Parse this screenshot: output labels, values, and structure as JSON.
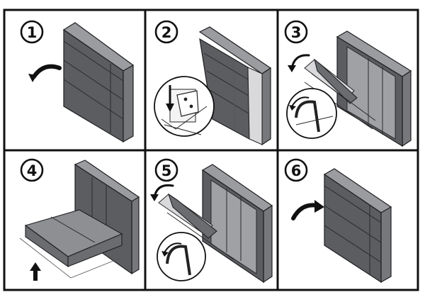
{
  "steps": [
    {
      "number": "1"
    },
    {
      "number": "2"
    },
    {
      "number": "3"
    },
    {
      "number": "4"
    },
    {
      "number": "5"
    },
    {
      "number": "6"
    }
  ],
  "colors": {
    "border": "#111111",
    "cabinet": "#5b5d61",
    "cabinet_side": "#76787c",
    "background": "#ffffff"
  },
  "icons": [
    "curved-arrow-icon",
    "down-arrow-icon",
    "up-arrow-icon"
  ]
}
